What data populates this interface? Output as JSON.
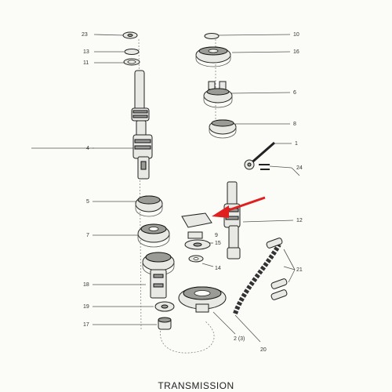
{
  "title": "TRANSMISSION",
  "accent_color": "#e02020",
  "labels": {
    "l23": "23",
    "l13": "13",
    "l11": "11",
    "l4": "4",
    "l5": "5",
    "l7": "7",
    "l18": "18",
    "l19": "19",
    "l17": "17",
    "l10": "10",
    "l16": "16",
    "l6": "6",
    "l8": "8",
    "l1": "1",
    "l24": "24",
    "l12": "12",
    "l9": "9",
    "l15": "15",
    "l14": "14",
    "l21": "21",
    "l2": "2 (3)",
    "l20": "20"
  }
}
